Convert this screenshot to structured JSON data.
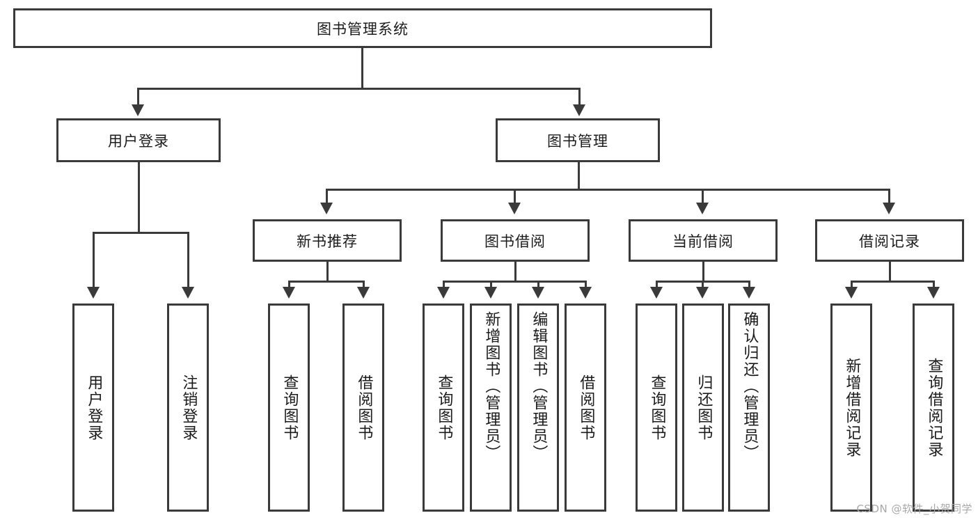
{
  "diagram": {
    "title": "图书管理系统",
    "root": {
      "label": "图书管理系统"
    },
    "level1": [
      {
        "label": "用户登录"
      },
      {
        "label": "图书管理"
      }
    ],
    "level2": [
      {
        "label": "新书推荐"
      },
      {
        "label": "图书借阅"
      },
      {
        "label": "当前借阅"
      },
      {
        "label": "借阅记录"
      }
    ],
    "leaves": {
      "user_login": [
        {
          "label": "用户登录"
        },
        {
          "label": "注销登录"
        }
      ],
      "new_book": [
        {
          "label": "查询图书"
        },
        {
          "label": "借阅图书"
        }
      ],
      "book_borrow": [
        {
          "label": "查询图书"
        },
        {
          "label": "新增图书（管理员）"
        },
        {
          "label": "编辑图书（管理员）"
        },
        {
          "label": "借阅图书"
        }
      ],
      "current_borrow": [
        {
          "label": "查询图书"
        },
        {
          "label": "归还图书"
        },
        {
          "label": "确认归还（管理员）"
        }
      ],
      "borrow_record": [
        {
          "label": "新增借阅记录"
        },
        {
          "label": "查询借阅记录"
        }
      ]
    }
  },
  "watermark": {
    "text": "CSDN @软件_小贺同学"
  },
  "colors": {
    "stroke": "#3a3a3a",
    "text": "#1b1b1b",
    "background": "#ffffff",
    "watermark": "#a8a8a8"
  }
}
